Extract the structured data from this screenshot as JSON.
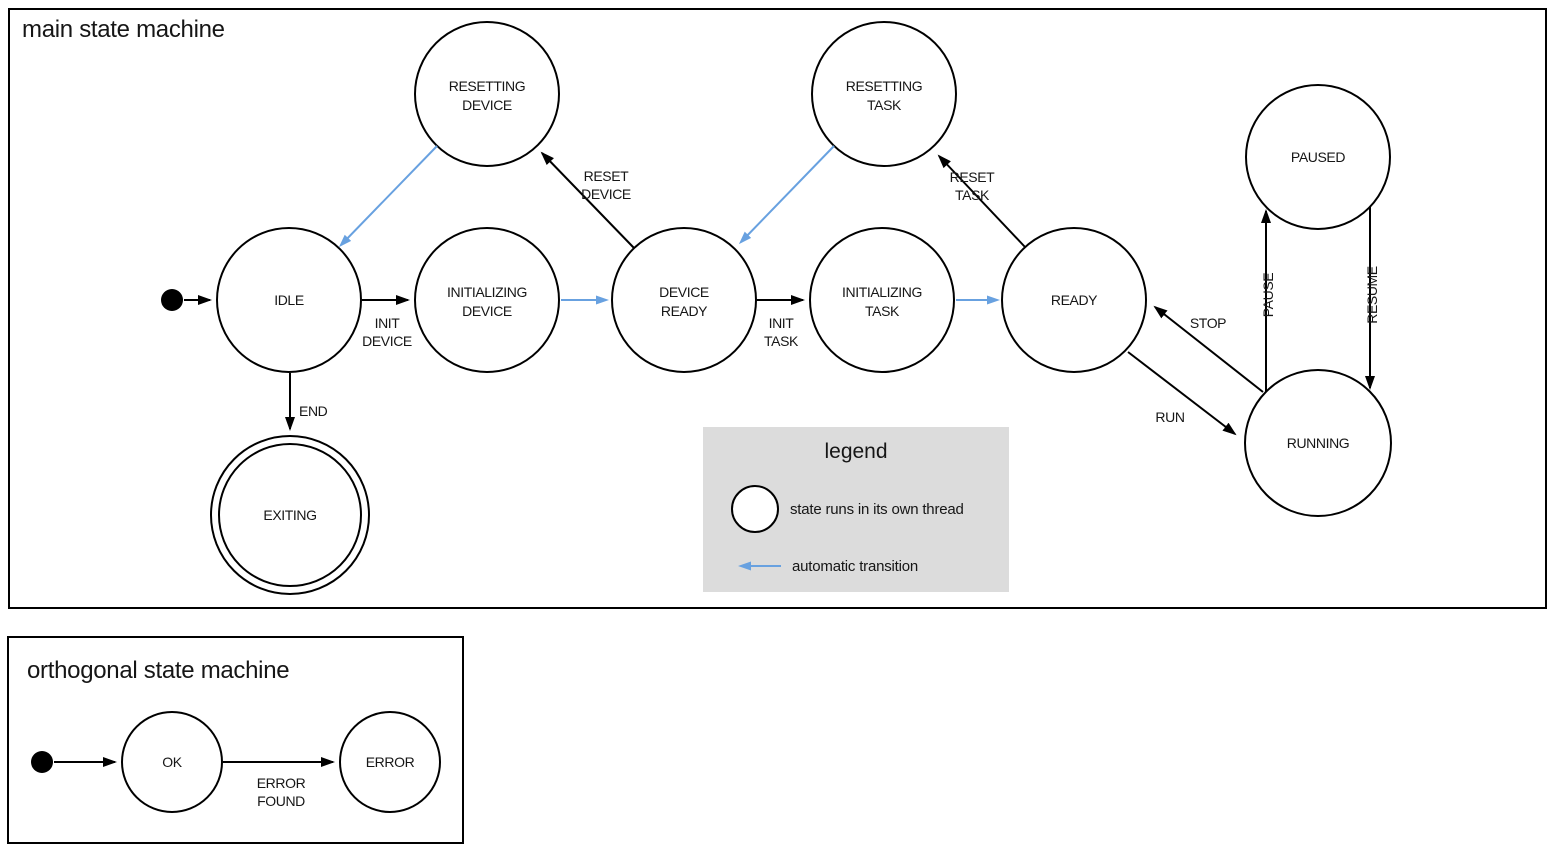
{
  "colors": {
    "threaded_state_fill": "#b4c7e7",
    "auto_transition_blue": "#68a1e0",
    "legend_background": "#dcdcdc",
    "outline": "#000000"
  },
  "main": {
    "title": "main state machine",
    "states": {
      "idle": {
        "label": "IDLE"
      },
      "resetting_device": {
        "line1": "RESETTING",
        "line2": "DEVICE"
      },
      "initializing_device": {
        "line1": "INITIALIZING",
        "line2": "DEVICE"
      },
      "device_ready": {
        "line1": "DEVICE",
        "line2": "READY"
      },
      "resetting_task": {
        "line1": "RESETTING",
        "line2": "TASK"
      },
      "initializing_task": {
        "line1": "INITIALIZING",
        "line2": "TASK"
      },
      "ready": {
        "label": "READY"
      },
      "paused": {
        "label": "PAUSED"
      },
      "running": {
        "label": "RUNNING"
      },
      "exiting": {
        "label": "EXITING"
      }
    },
    "transitions": {
      "init_device": {
        "line1": "INIT",
        "line2": "DEVICE"
      },
      "reset_device": {
        "line1": "RESET",
        "line2": "DEVICE"
      },
      "init_task": {
        "line1": "INIT",
        "line2": "TASK"
      },
      "reset_task": {
        "line1": "RESET",
        "line2": "TASK"
      },
      "stop": {
        "label": "STOP"
      },
      "run": {
        "label": "RUN"
      },
      "pause": {
        "label": "PAUSE"
      },
      "resume": {
        "label": "RESUME"
      },
      "end": {
        "label": "END"
      }
    }
  },
  "legend": {
    "title": "legend",
    "threaded_state_label": "state runs in its own thread",
    "auto_transition_label": "automatic transition"
  },
  "orthogonal": {
    "title": "orthogonal state machine",
    "states": {
      "ok": {
        "label": "OK"
      },
      "error": {
        "label": "ERROR"
      }
    },
    "transitions": {
      "error_found": {
        "line1": "ERROR",
        "line2": "FOUND"
      }
    }
  }
}
